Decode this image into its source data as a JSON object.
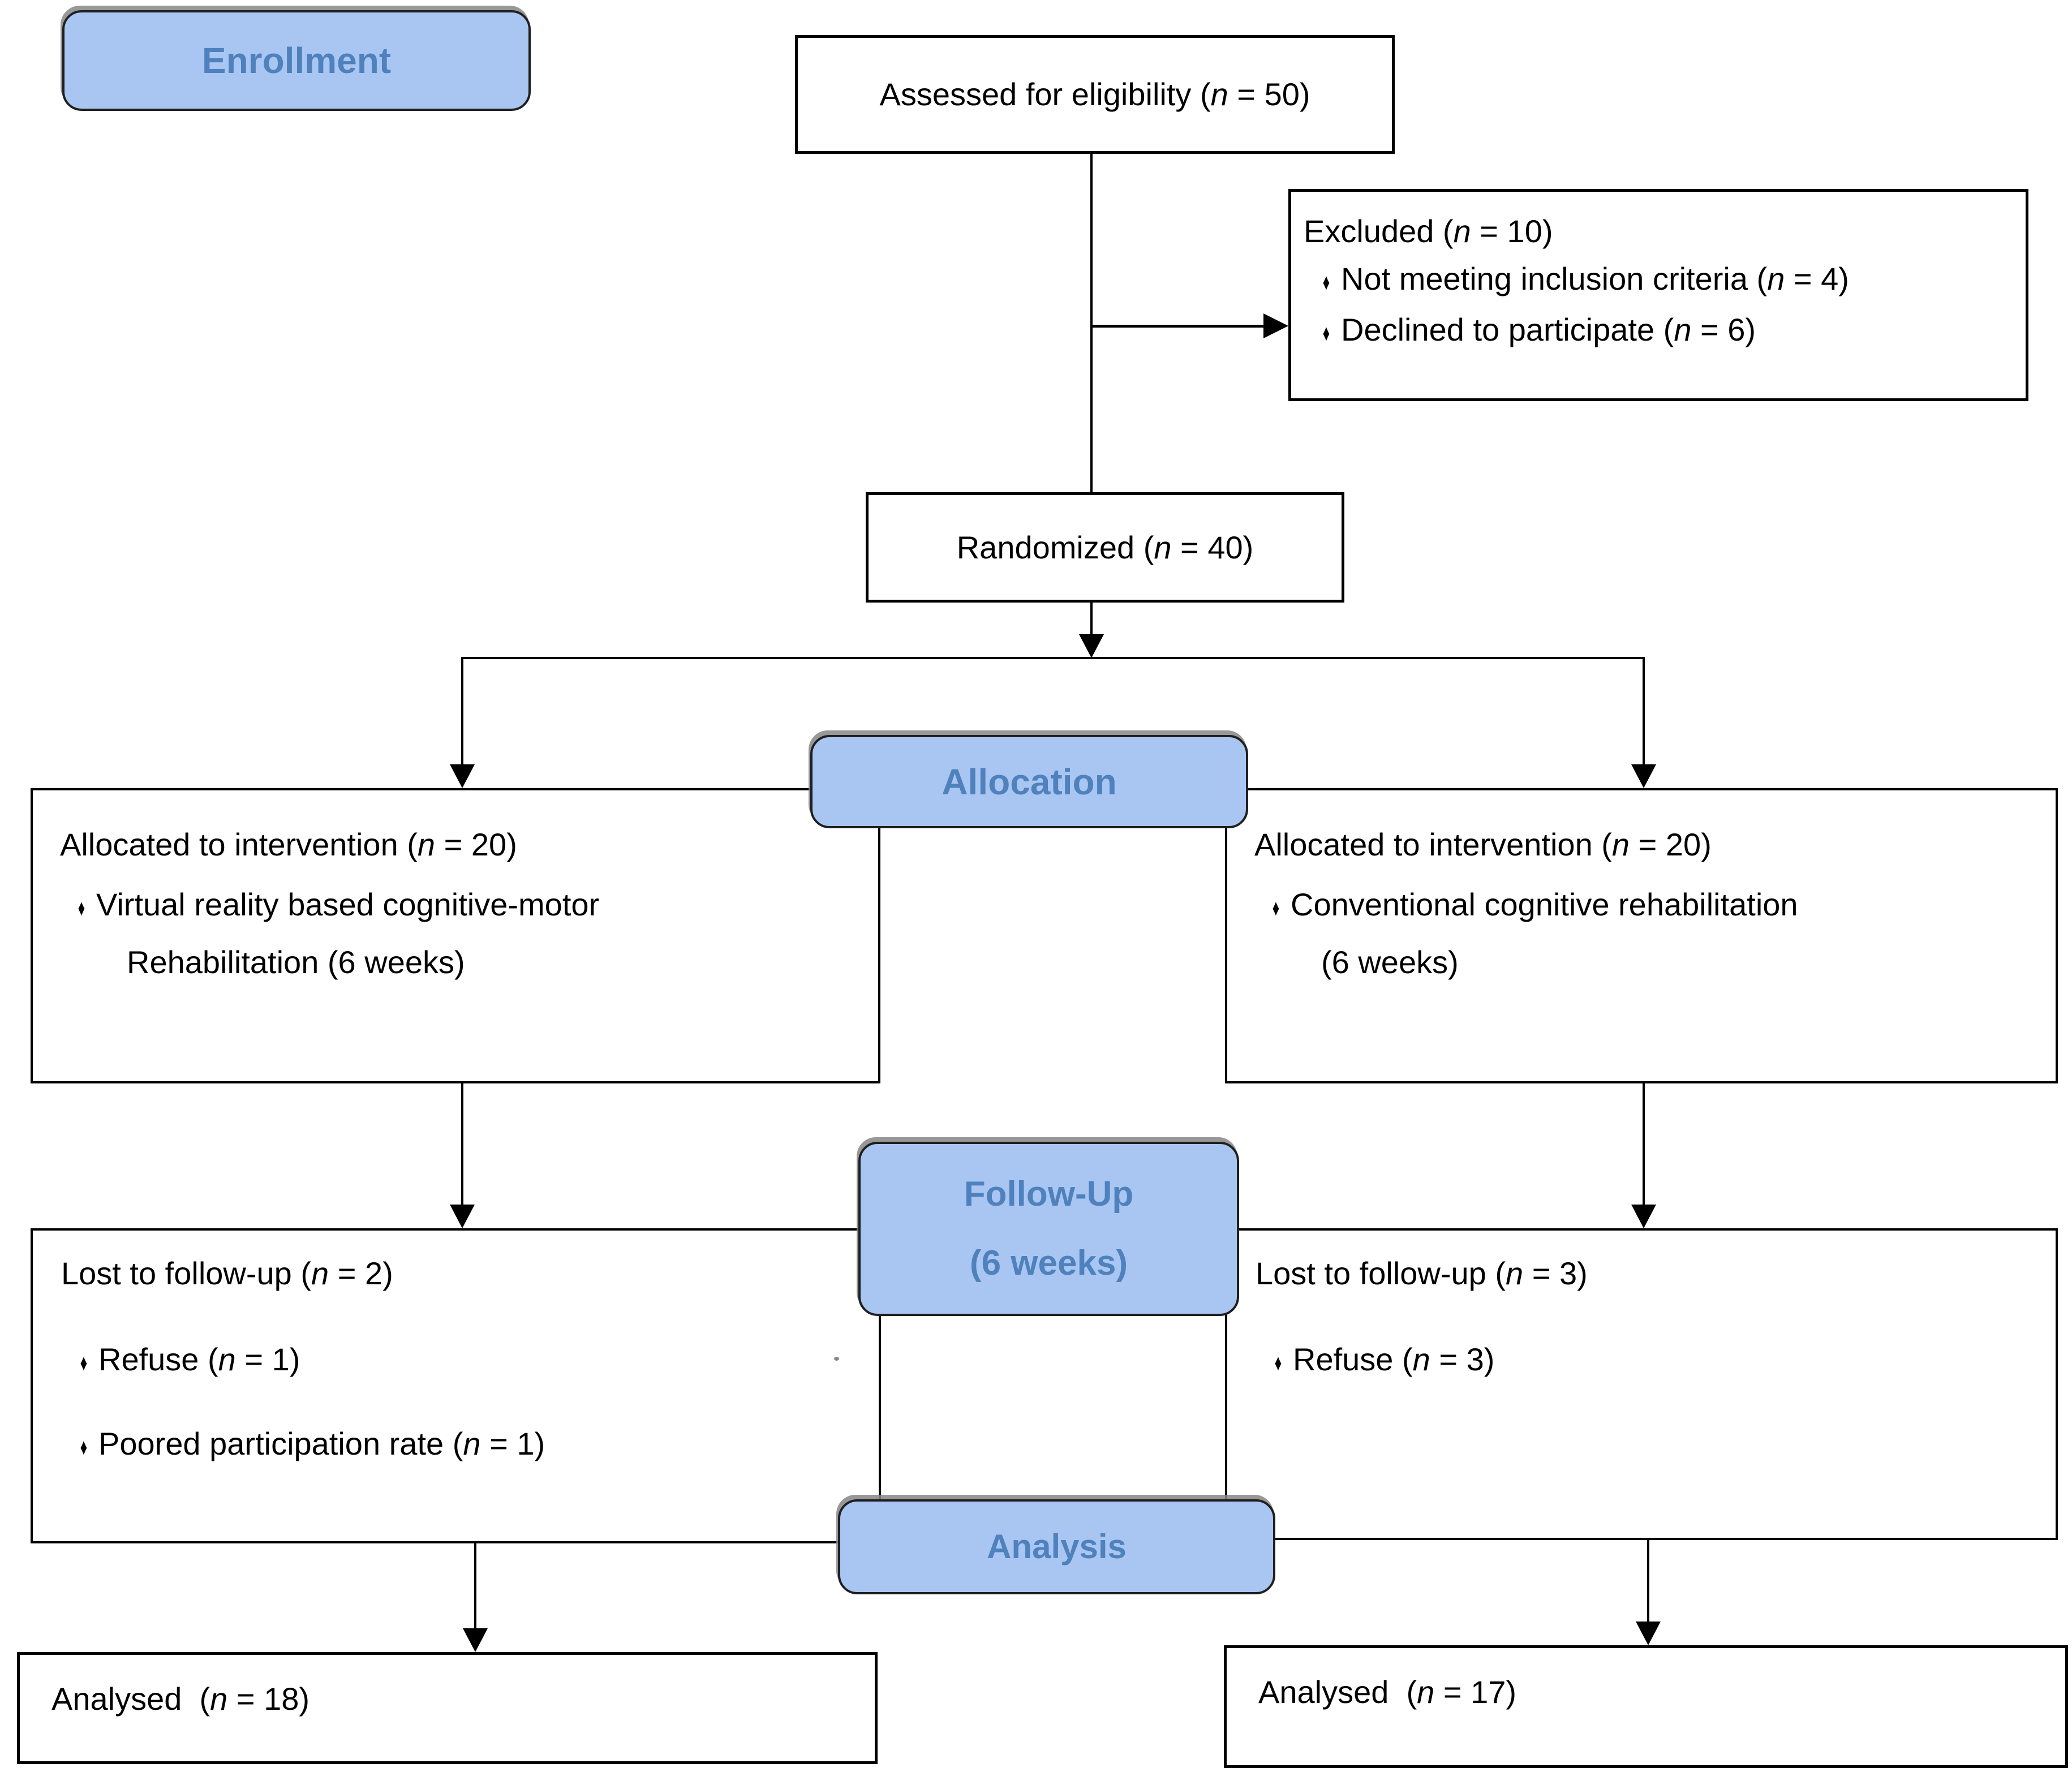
{
  "palette": {
    "badge_fill": "#a9c6f2",
    "badge_border": "#1f1f1f",
    "badge_text": "#4f81bd",
    "box_border": "#000000",
    "line_color": "#000000",
    "background": "#ffffff"
  },
  "bullet_glyph": "♦",
  "badges": {
    "enrollment": {
      "label": "Enrollment"
    },
    "allocation": {
      "label": "Allocation"
    },
    "followup": {
      "label_line1": "Follow-Up",
      "label_line2": "(6 weeks)"
    },
    "analysis": {
      "label": "Analysis"
    }
  },
  "boxes": {
    "assessed": {
      "text": "Assessed for eligibility (n = 50)"
    },
    "excluded": {
      "title": "Excluded (n = 10)",
      "bullet1": "Not meeting inclusion criteria (n = 4)",
      "bullet2": "Declined to participate (n = 6)"
    },
    "randomized": {
      "text": "Randomized (n = 40)"
    },
    "allocated_left": {
      "title": "Allocated to intervention (n = 20)",
      "bullet1": "Virtual reality based cognitive-motor",
      "bullet1_cont": "Rehabilitation (6 weeks)"
    },
    "allocated_right": {
      "title": "Allocated to intervention (n = 20)",
      "bullet1": "Conventional cognitive rehabilitation",
      "bullet1_cont": "(6 weeks)"
    },
    "followup_left": {
      "title": "Lost to follow-up (n = 2)",
      "bullet1": "Refuse (n = 1)",
      "bullet2": "Poored participation rate (n = 1)"
    },
    "followup_right": {
      "title": "Lost to follow-up (n = 3)",
      "bullet1": "Refuse (n = 3)"
    },
    "analysed_left": {
      "text": "Analysed  (n = 18)"
    },
    "analysed_right": {
      "text": "Analysed  (n = 17)"
    }
  }
}
